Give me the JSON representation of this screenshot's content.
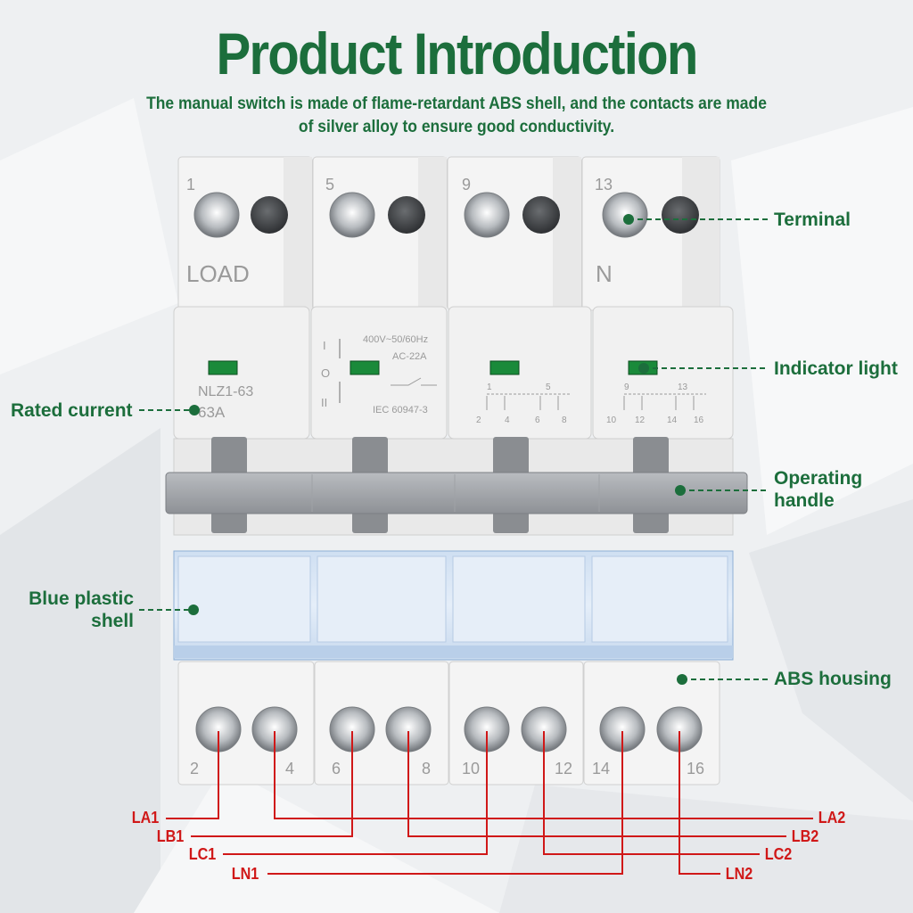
{
  "title": "Product Introduction",
  "subtitle_line1": "The manual switch is made of flame-retardant ABS shell, and the contacts are made",
  "subtitle_line2": "of silver alloy to ensure good conductivity.",
  "callouts": {
    "terminal": "Terminal",
    "indicator": "Indicator light",
    "rated_current": "Rated current",
    "operating_handle_1": "Operating",
    "operating_handle_2": "handle",
    "blue_shell_1": "Blue plastic",
    "blue_shell_2": "shell",
    "abs_housing": "ABS housing"
  },
  "device": {
    "top_numbers": [
      "1",
      "5",
      "9",
      "13"
    ],
    "bottom_numbers": [
      "2",
      "4",
      "6",
      "8",
      "10",
      "12",
      "14",
      "16"
    ],
    "load_label": "LOAD",
    "n_label": "N",
    "model": "NLZ1-63",
    "current": "63A",
    "voltage": "400V~50/60Hz",
    "category": "AC-22A",
    "standard": "IEC 60947-3",
    "pos_I": "I",
    "pos_O": "O",
    "pos_II": "II",
    "scheme_left": {
      "top": [
        "1",
        "5"
      ],
      "bottom": [
        "2",
        "4",
        "6",
        "8"
      ]
    },
    "scheme_right": {
      "top": [
        "9",
        "13"
      ],
      "bottom": [
        "10",
        "12",
        "14",
        "16"
      ]
    }
  },
  "wires": {
    "left": [
      "LA1",
      "LB1",
      "LC1",
      "LN1"
    ],
    "right": [
      "LA2",
      "LB2",
      "LC2",
      "LN2"
    ]
  },
  "colors": {
    "brand_green": "#1c6e3c",
    "wire_red": "#d01818",
    "indicator_green": "#1a8a3a",
    "shell_blue": "#dde8f5"
  }
}
